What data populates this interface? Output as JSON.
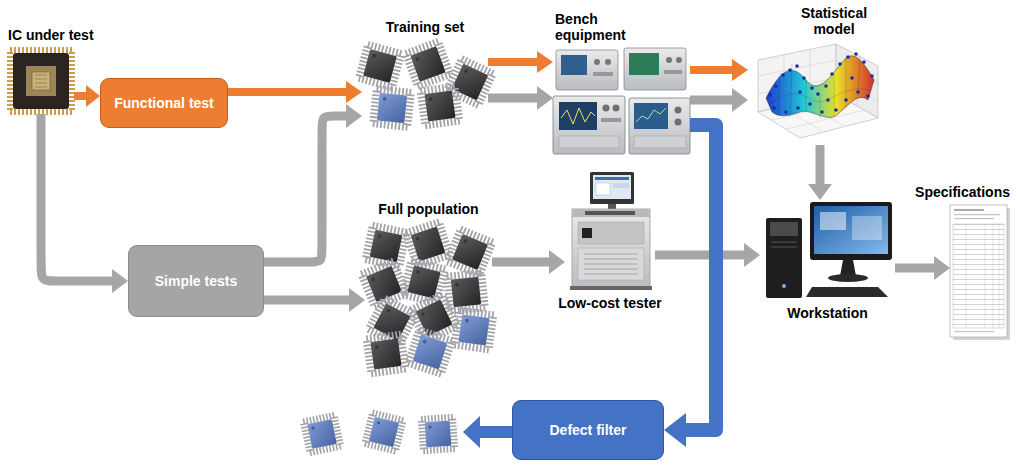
{
  "diagram": {
    "nodes": [
      {
        "text": [
          "IC under test"
        ]
      },
      {
        "text": [
          "Functional test"
        ]
      },
      {
        "text": [
          "Training set"
        ]
      },
      {
        "text": [
          "Bench equipment"
        ]
      },
      {
        "text": [
          "Statistical model"
        ]
      },
      {
        "text": [
          "Simple tests"
        ]
      },
      {
        "text": [
          "Full population"
        ]
      },
      {
        "text": [
          "Low-cost tester"
        ]
      },
      {
        "text": [
          "Workstation"
        ]
      },
      {
        "text": [
          "Specifications"
        ]
      },
      {
        "text": [
          "Defect filter"
        ]
      }
    ],
    "edges": [
      {
        "from": 0,
        "to": 1,
        "arrow": "to"
      },
      {
        "from": 0,
        "to": 5,
        "arrow": "to"
      },
      {
        "from": 1,
        "to": 2,
        "arrow": "to"
      },
      {
        "from": 5,
        "to": 2,
        "arrow": "to"
      },
      {
        "from": 5,
        "to": 6,
        "arrow": "to"
      },
      {
        "from": 2,
        "to": 3,
        "arrow": "to"
      },
      {
        "from": 2,
        "to": 3,
        "arrow": "to"
      },
      {
        "from": 3,
        "to": 4,
        "arrow": "to"
      },
      {
        "from": 3,
        "to": 4,
        "arrow": "to"
      },
      {
        "from": 4,
        "to": 8,
        "arrow": "to"
      },
      {
        "from": 6,
        "to": 7,
        "arrow": "to"
      },
      {
        "from": 7,
        "to": 8,
        "arrow": "to"
      },
      {
        "from": 8,
        "to": 9,
        "arrow": "to"
      },
      {
        "from": 3,
        "to": 10,
        "arrow": "to"
      }
    ]
  }
}
